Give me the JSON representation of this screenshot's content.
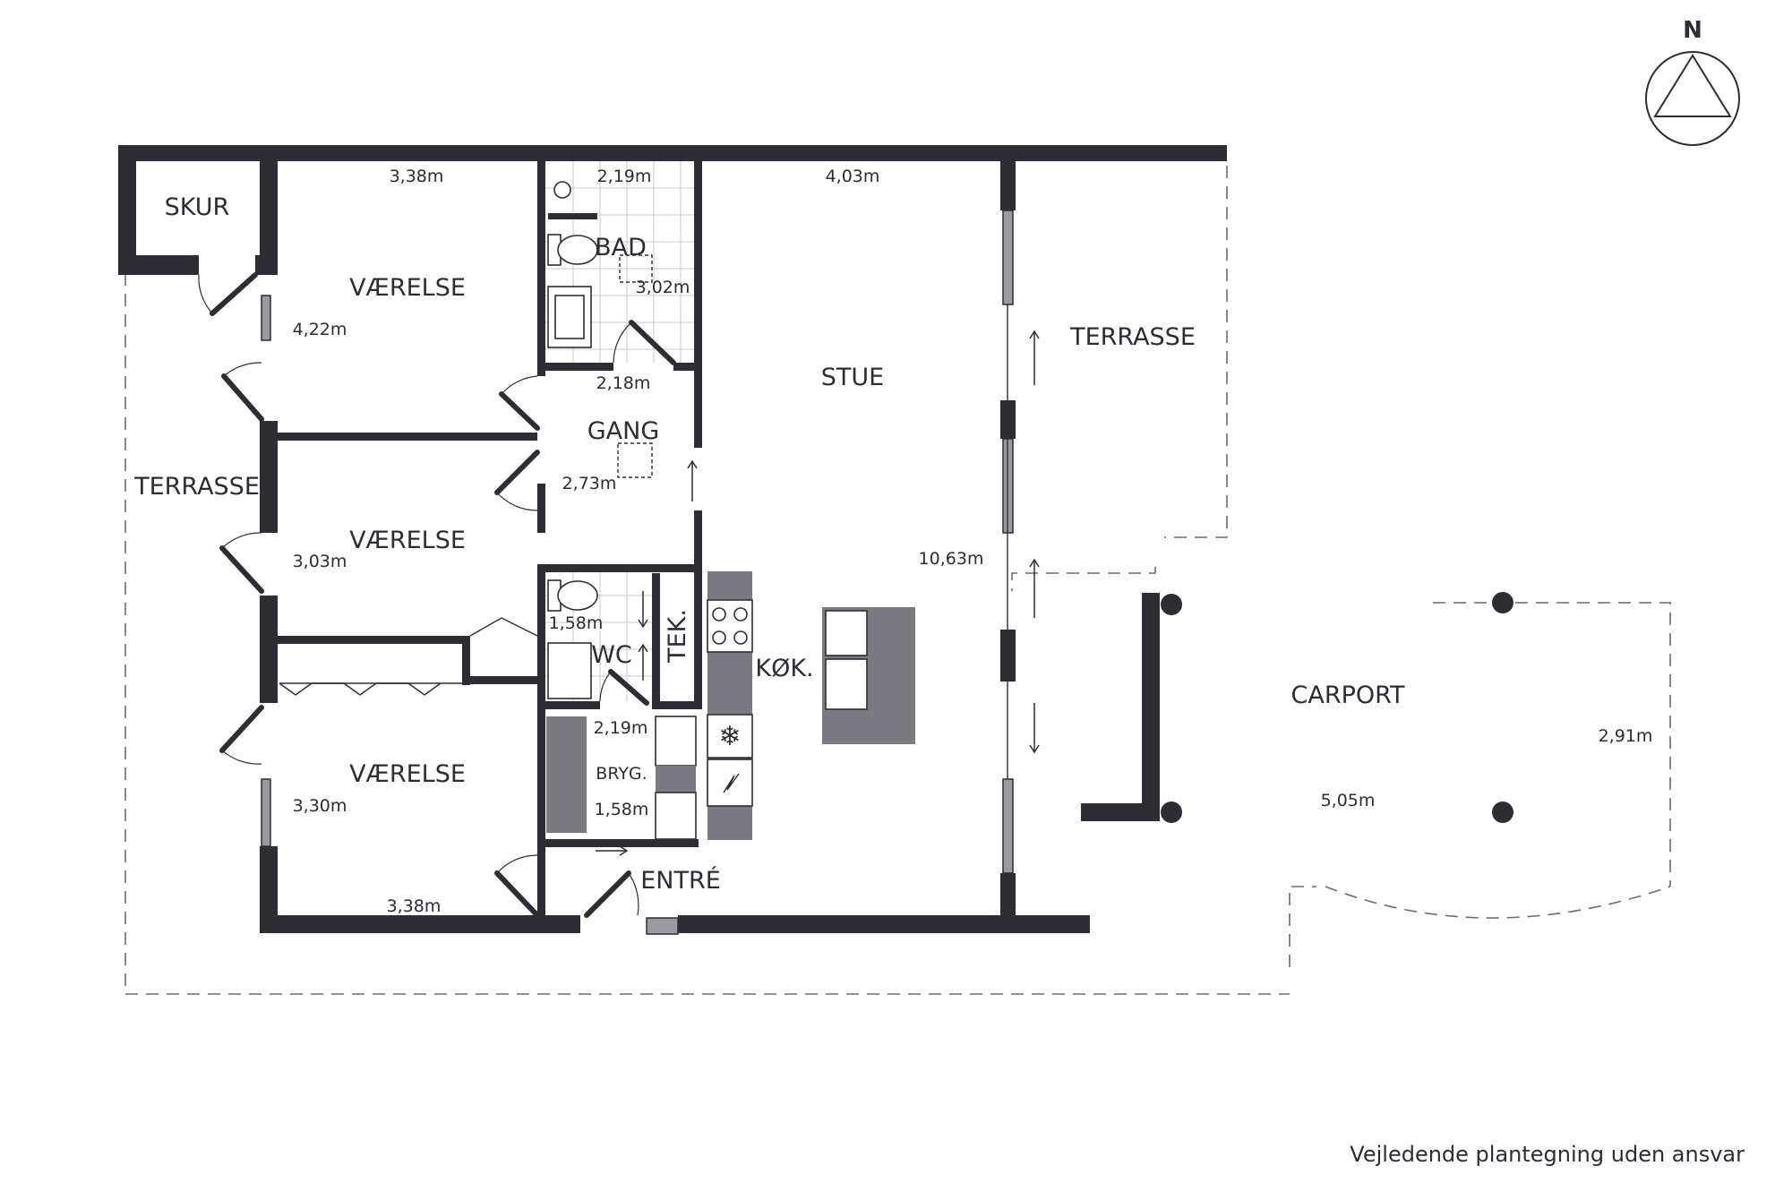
{
  "compass": {
    "north_label": "N"
  },
  "rooms": {
    "skur": "SKUR",
    "vaerelse_1": "VÆRELSE",
    "vaerelse_2": "VÆRELSE",
    "vaerelse_3": "VÆRELSE",
    "bad": "BAD",
    "gang": "GANG",
    "wc": "WC",
    "tek": "TEK.",
    "bryg": "BRYG.",
    "entre": "ENTRÉ",
    "koek": "KØK.",
    "stue": "STUE",
    "terrasse_west": "TERRASSE",
    "terrasse_east": "TERRASSE",
    "carport": "CARPORT"
  },
  "dimensions": {
    "vaerelse_1_width": "3,38m",
    "vaerelse_1_depth": "4,22m",
    "bad_width": "2,19m",
    "bad_depth": "3,02m",
    "gang_width": "2,18m",
    "gang_depth": "2,73m",
    "stue_width": "4,03m",
    "stue_depth": "10,63m",
    "vaerelse_2_depth": "3,03m",
    "wc_depth": "1,58m",
    "bryg_width": "2,19m",
    "bryg_depth": "1,58m",
    "vaerelse_3_depth": "3,30m",
    "vaerelse_3_width": "3,38m",
    "carport_width": "5,05m",
    "carport_depth": "2,91m"
  },
  "footer": {
    "disclaimer": "Vejledende plantegning uden ansvar"
  },
  "colors": {
    "wall": "#2e2d33",
    "window": "#9a9aa0",
    "counter": "#7a7a80"
  }
}
